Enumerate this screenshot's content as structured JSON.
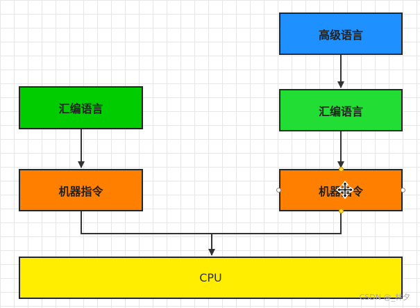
{
  "diagram": {
    "nodes": {
      "high_level": "高级语言",
      "assembly_left": "汇编语言",
      "assembly_right": "汇编语言",
      "machine_left": "机器指令",
      "machine_right": "机器指令",
      "cpu": "CPU"
    },
    "edges": [
      [
        "high_level",
        "assembly_right"
      ],
      [
        "assembly_right",
        "machine_right"
      ],
      [
        "assembly_left",
        "machine_left"
      ],
      [
        "machine_left",
        "cpu"
      ],
      [
        "machine_right",
        "cpu"
      ]
    ]
  },
  "watermark": "CSDN @_林夕",
  "colors": {
    "high_level": "#1e90ff",
    "assembly": "#00cc00",
    "machine": "#ff8000",
    "cpu": "#ffee00",
    "edge": "#333333"
  },
  "icons": {
    "cursor": "move-cursor-icon",
    "handles": "selection-handle-icon"
  }
}
